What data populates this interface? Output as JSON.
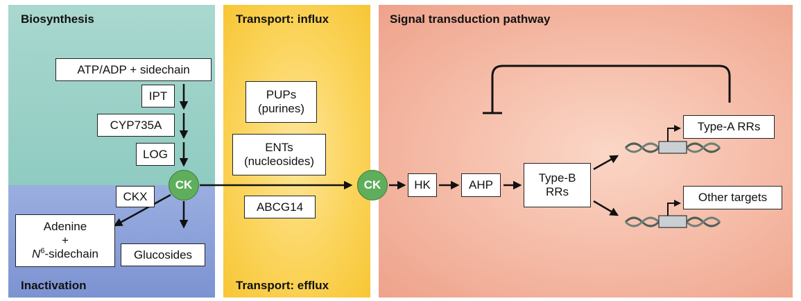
{
  "sections": {
    "biosynthesis": "Biosynthesis",
    "inactivation": "Inactivation",
    "transport_influx": "Transport: influx",
    "transport_efflux": "Transport: efflux",
    "signal": "Signal transduction pathway"
  },
  "biosynthesis": {
    "start": "ATP/ADP + sidechain",
    "step1": "IPT",
    "step2": "CYP735A",
    "step3": "LOG"
  },
  "cytokinin": "CK",
  "inactivation": {
    "enzyme": "CKX",
    "adenine_line1": "Adenine",
    "adenine_line2": "+",
    "adenine_line3_prefix": "N",
    "adenine_line3_sup": "6",
    "adenine_line3_suffix": "-sidechain",
    "glucosides": "Glucosides"
  },
  "transport": {
    "pups_line1": "PUPs",
    "pups_line2": "(purines)",
    "ents_line1": "ENTs",
    "ents_line2": "(nucleosides)",
    "abcg": "ABCG14"
  },
  "signal": {
    "hk": "HK",
    "ahp": "AHP",
    "typeb_line1": "Type-B",
    "typeb_line2": "RRs",
    "typea": "Type-A RRs",
    "other": "Other targets"
  },
  "colors": {
    "biosynthesis_bg": "#9fd2c9",
    "inactivation_bg": "#8a9fd6",
    "transport_bg": "#fbd45c",
    "signal_bg": "#f3b29f",
    "ck_green": "#5fae5c",
    "dna_fill": "#6a7d75"
  }
}
